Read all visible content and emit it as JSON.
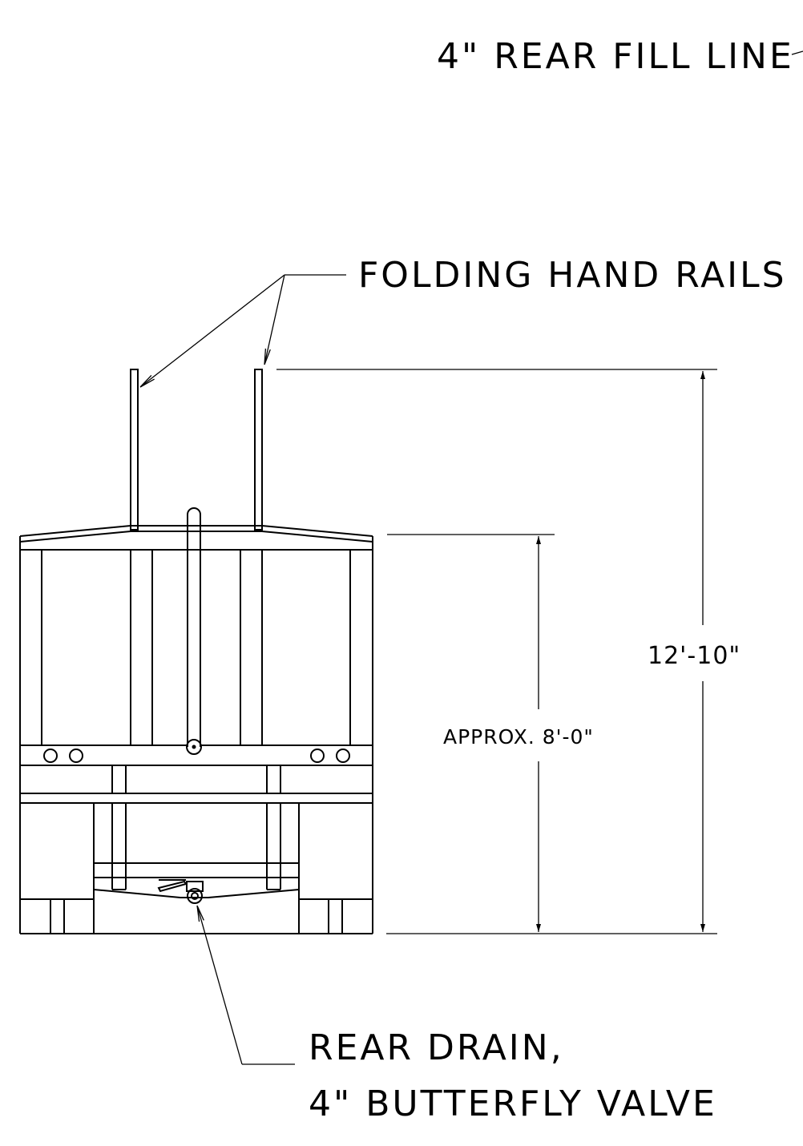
{
  "labels": {
    "rear_fill_line": "4\" REAR FILL LINE",
    "folding_hand_rails": "FOLDING HAND RAILS",
    "overall_height": "12'-10\"",
    "tank_height": "APPROX. 8'-0\"",
    "rear_drain_line1": "REAR DRAIN,",
    "rear_drain_line2": "4\" BUTTERFLY VALVE"
  }
}
